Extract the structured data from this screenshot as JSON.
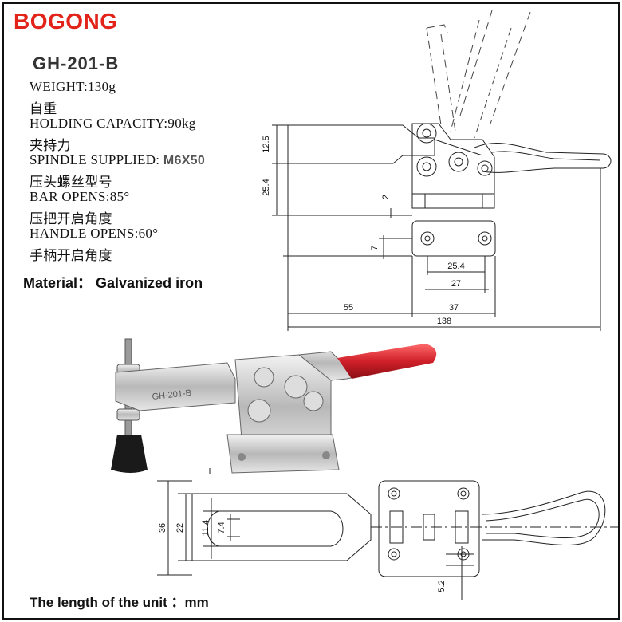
{
  "brand": "BOGONG",
  "model": "GH-201-B",
  "specs": {
    "weight_en": "WEIGHT:130g",
    "weight_cn": "自重",
    "holding_en": "HOLDING CAPACITY:90kg",
    "holding_cn": "夹持力",
    "spindle_en_prefix": "SPINDLE SUPPLIED: ",
    "spindle_value": "M6X50",
    "spindle_cn": "压头螺丝型号",
    "bar_en": "BAR OPENS:85°",
    "bar_cn": "压把开启角度",
    "handle_en": "HANDLE OPENS:60°",
    "handle_cn": "手柄开启角度"
  },
  "material": "Material： Galvanized iron",
  "unit_note": "The length of the unit ：mm",
  "dimensions": {
    "d1": "12.5",
    "d2": "25.4",
    "d3": "2",
    "d4": "7",
    "d5": "25.4",
    "d6": "27",
    "d7": "55",
    "d8": "37",
    "d9": "138",
    "d10": "36",
    "d11": "22",
    "d12": "11.4",
    "d13": "7.4",
    "d14": "5.2"
  },
  "photo_label": "GH-201-B",
  "colors": {
    "brand": "#e2231a",
    "handle": "#d0202a"
  }
}
